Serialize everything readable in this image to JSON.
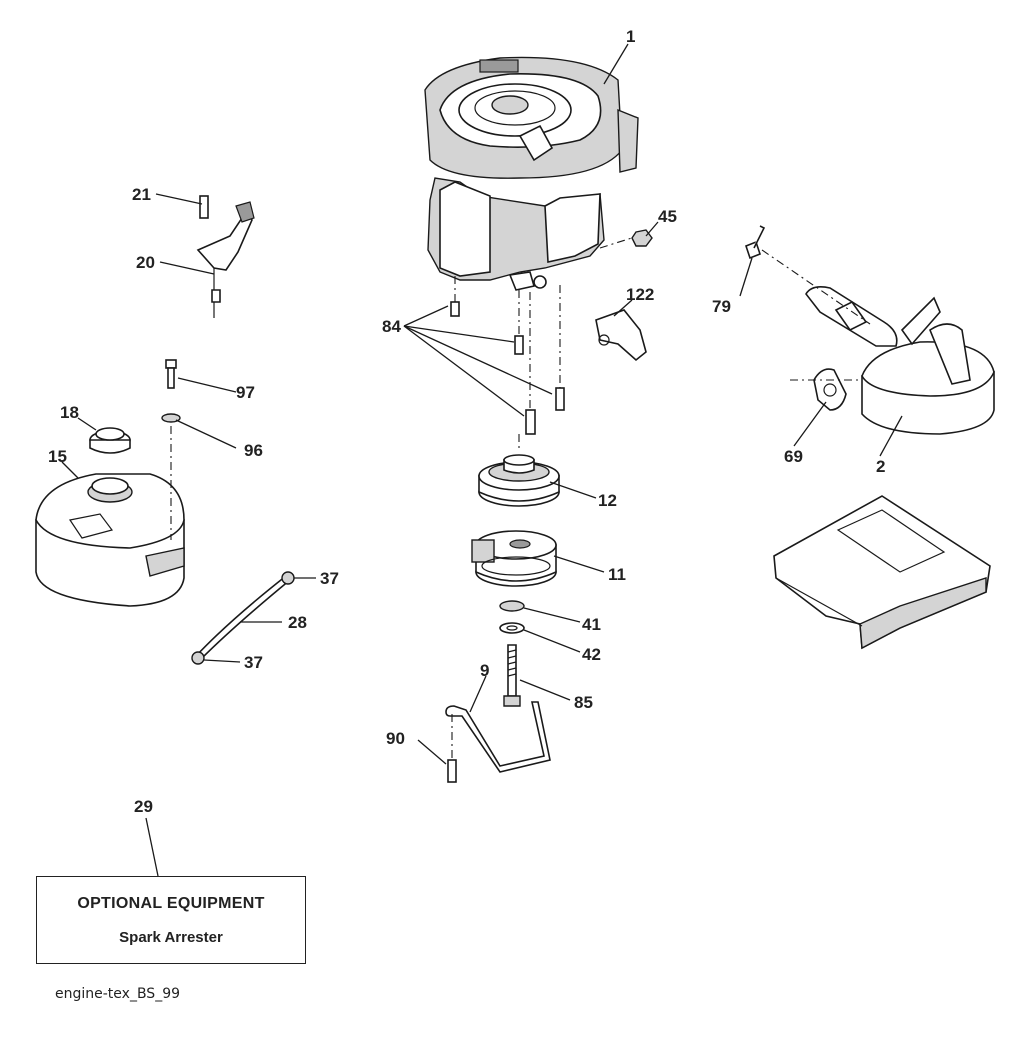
{
  "callouts": {
    "c1": "1",
    "c2": "2",
    "c9": "9",
    "c11": "11",
    "c12": "12",
    "c15": "15",
    "c18": "18",
    "c20": "20",
    "c21": "21",
    "c28": "28",
    "c29": "29",
    "c37a": "37",
    "c37b": "37",
    "c41": "41",
    "c42": "42",
    "c45": "45",
    "c69": "69",
    "c79": "79",
    "c84": "84",
    "c85": "85",
    "c90": "90",
    "c96": "96",
    "c97": "97",
    "c122": "122"
  },
  "optional_box": {
    "title": "OPTIONAL EQUIPMENT",
    "item": "Spark Arrester"
  },
  "drawing_id": "engine-tex_BS_99"
}
